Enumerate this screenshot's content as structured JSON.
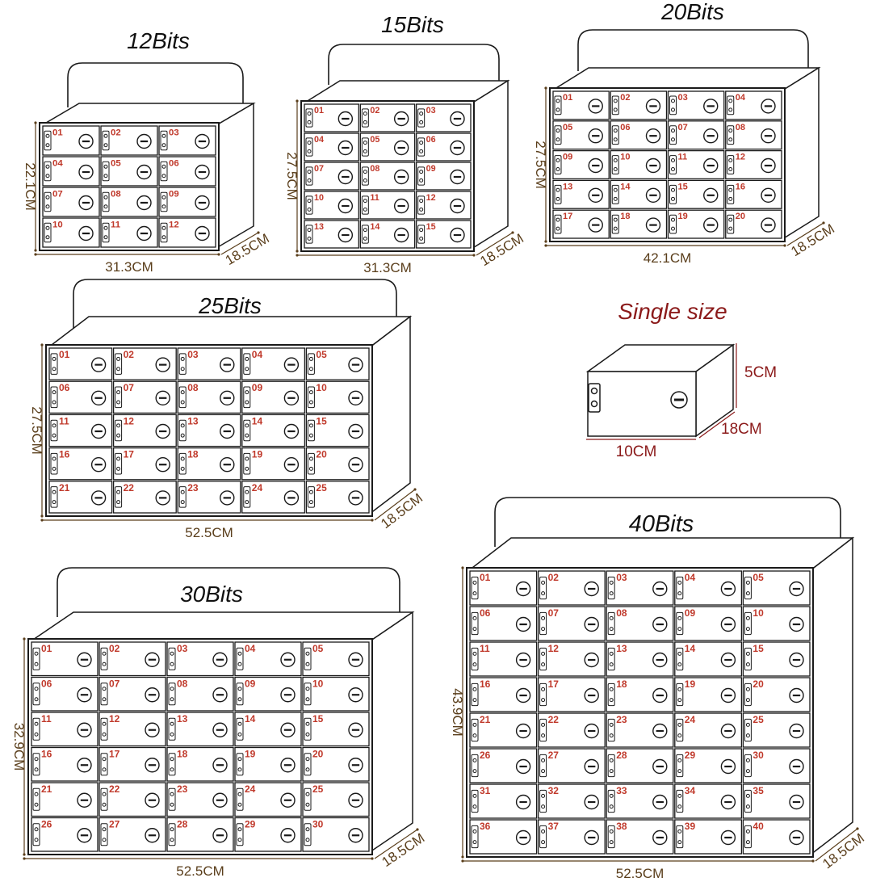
{
  "cabinets": [
    {
      "id": "12bits",
      "title": "12Bits",
      "cols": 3,
      "rows": 4,
      "height_label": "22.1CM",
      "width_label": "31.3CM",
      "depth_label": "18.5CM",
      "slot_labels": [
        "01",
        "02",
        "03",
        "04",
        "05",
        "06",
        "07",
        "08",
        "09",
        "10",
        "11",
        "12"
      ]
    },
    {
      "id": "15bits",
      "title": "15Bits",
      "cols": 3,
      "rows": 5,
      "height_label": "27.5CM",
      "width_label": "31.3CM",
      "depth_label": "18.5CM",
      "slot_labels": [
        "01",
        "02",
        "03",
        "04",
        "05",
        "06",
        "07",
        "08",
        "09",
        "10",
        "11",
        "12",
        "13",
        "14",
        "15"
      ]
    },
    {
      "id": "20bits",
      "title": "20Bits",
      "cols": 4,
      "rows": 5,
      "height_label": "27.5CM",
      "width_label": "42.1CM",
      "depth_label": "18.5CM",
      "slot_labels": [
        "01",
        "02",
        "03",
        "04",
        "05",
        "06",
        "07",
        "08",
        "09",
        "10",
        "11",
        "12",
        "13",
        "14",
        "15",
        "16",
        "17",
        "18",
        "19",
        "20"
      ]
    },
    {
      "id": "25bits",
      "title": "25Bits",
      "cols": 5,
      "rows": 5,
      "height_label": "27.5CM",
      "width_label": "52.5CM",
      "depth_label": "18.5CM",
      "slot_labels": [
        "01",
        "02",
        "03",
        "04",
        "05",
        "06",
        "07",
        "08",
        "09",
        "10",
        "11",
        "12",
        "13",
        "14",
        "15",
        "16",
        "17",
        "18",
        "19",
        "20",
        "21",
        "22",
        "23",
        "24",
        "25"
      ]
    },
    {
      "id": "30bits",
      "title": "30Bits",
      "cols": 5,
      "rows": 6,
      "height_label": "32.9CM",
      "width_label": "52.5CM",
      "depth_label": "18.5CM",
      "slot_labels": [
        "01",
        "02",
        "03",
        "04",
        "05",
        "06",
        "07",
        "08",
        "09",
        "10",
        "11",
        "12",
        "13",
        "14",
        "15",
        "16",
        "17",
        "18",
        "19",
        "20",
        "21",
        "22",
        "23",
        "24",
        "25",
        "26",
        "27",
        "28",
        "29",
        "30"
      ]
    },
    {
      "id": "40bits",
      "title": "40Bits",
      "cols": 5,
      "rows": 8,
      "height_label": "43.9CM",
      "width_label": "52.5CM",
      "depth_label": "18.5CM",
      "slot_labels": [
        "01",
        "02",
        "03",
        "04",
        "05",
        "06",
        "07",
        "08",
        "09",
        "10",
        "11",
        "12",
        "13",
        "14",
        "15",
        "16",
        "17",
        "18",
        "19",
        "20",
        "21",
        "22",
        "23",
        "24",
        "25",
        "26",
        "27",
        "28",
        "29",
        "30",
        "31",
        "32",
        "33",
        "34",
        "35",
        "36",
        "37",
        "38",
        "39",
        "40"
      ]
    }
  ],
  "single": {
    "title": "Single size",
    "height_label": "5CM",
    "width_label": "10CM",
    "depth_label": "18CM"
  },
  "colors": {
    "line": "#1a1a1a",
    "dimension": "#5a3e1b",
    "slot_number": "#c0392b",
    "single_accent": "#8b1a1a"
  }
}
